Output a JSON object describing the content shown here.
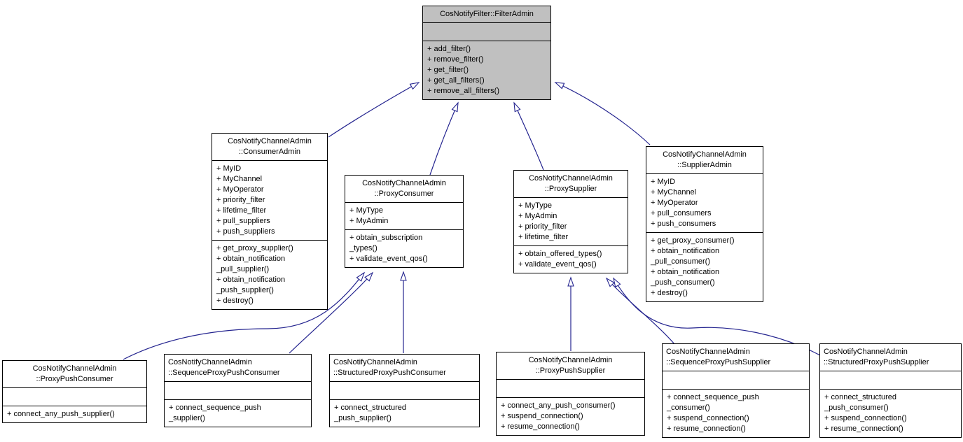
{
  "diagram": {
    "type": "uml-class-inheritance-diagram",
    "colors": {
      "edge": "#24248f",
      "box_border": "#000000",
      "box_fill": "#ffffff",
      "root_box_fill": "#c0c0c0",
      "background": "#ffffff"
    },
    "classes": {
      "filter_admin": {
        "title": [
          "CosNotifyFilter::FilterAdmin"
        ],
        "attributes": [],
        "methods": [
          "+ add_filter()",
          "+ remove_filter()",
          "+ get_filter()",
          "+ get_all_filters()",
          "+ remove_all_filters()"
        ]
      },
      "consumer_admin": {
        "title": [
          "CosNotifyChannelAdmin",
          "::ConsumerAdmin"
        ],
        "attributes": [
          "+ MyID",
          "+ MyChannel",
          "+ MyOperator",
          "+ priority_filter",
          "+ lifetime_filter",
          "+ pull_suppliers",
          "+ push_suppliers"
        ],
        "methods": [
          "+ get_proxy_supplier()",
          "+ obtain_notification",
          "_pull_supplier()",
          "+ obtain_notification",
          "_push_supplier()",
          "+ destroy()"
        ]
      },
      "proxy_consumer": {
        "title": [
          "CosNotifyChannelAdmin",
          "::ProxyConsumer"
        ],
        "attributes": [
          "+ MyType",
          "+ MyAdmin"
        ],
        "methods": [
          "+ obtain_subscription",
          "_types()",
          "+ validate_event_qos()"
        ]
      },
      "proxy_supplier": {
        "title": [
          "CosNotifyChannelAdmin",
          "::ProxySupplier"
        ],
        "attributes": [
          "+ MyType",
          "+ MyAdmin",
          "+ priority_filter",
          "+ lifetime_filter"
        ],
        "methods": [
          "+ obtain_offered_types()",
          "+ validate_event_qos()"
        ]
      },
      "supplier_admin": {
        "title": [
          "CosNotifyChannelAdmin",
          "::SupplierAdmin"
        ],
        "attributes": [
          "+ MyID",
          "+ MyChannel",
          "+ MyOperator",
          "+ pull_consumers",
          "+ push_consumers"
        ],
        "methods": [
          "+ get_proxy_consumer()",
          "+ obtain_notification",
          "_pull_consumer()",
          "+ obtain_notification",
          "_push_consumer()",
          "+ destroy()"
        ]
      },
      "proxy_push_consumer": {
        "title": [
          "CosNotifyChannelAdmin",
          "::ProxyPushConsumer"
        ],
        "attributes": [],
        "methods": [
          "+ connect_any_push_supplier()"
        ]
      },
      "sequence_proxy_push_consumer": {
        "title": [
          "CosNotifyChannelAdmin",
          "::SequenceProxyPushConsumer"
        ],
        "attributes": [],
        "methods": [
          "+ connect_sequence_push",
          "_supplier()"
        ]
      },
      "structured_proxy_push_consumer": {
        "title": [
          "CosNotifyChannelAdmin",
          "::StructuredProxyPushConsumer"
        ],
        "attributes": [],
        "methods": [
          "+ connect_structured",
          "_push_supplier()"
        ]
      },
      "proxy_push_supplier": {
        "title": [
          "CosNotifyChannelAdmin",
          "::ProxyPushSupplier"
        ],
        "attributes": [],
        "methods": [
          "+ connect_any_push_consumer()",
          "+ suspend_connection()",
          "+ resume_connection()"
        ]
      },
      "sequence_proxy_push_supplier": {
        "title": [
          "CosNotifyChannelAdmin",
          "::SequenceProxyPushSupplier"
        ],
        "attributes": [],
        "methods": [
          "+ connect_sequence_push",
          "_consumer()",
          "+ suspend_connection()",
          "+ resume_connection()"
        ]
      },
      "structured_proxy_push_supplier": {
        "title": [
          "CosNotifyChannelAdmin",
          "::StructuredProxyPushSupplier"
        ],
        "attributes": [],
        "methods": [
          "+ connect_structured",
          "_push_consumer()",
          "+ suspend_connection()",
          "+ resume_connection()"
        ]
      }
    },
    "inheritance": [
      {
        "child": "consumer_admin",
        "parent": "filter_admin"
      },
      {
        "child": "proxy_consumer",
        "parent": "filter_admin"
      },
      {
        "child": "proxy_supplier",
        "parent": "filter_admin"
      },
      {
        "child": "supplier_admin",
        "parent": "filter_admin"
      },
      {
        "child": "proxy_push_consumer",
        "parent": "proxy_consumer"
      },
      {
        "child": "sequence_proxy_push_consumer",
        "parent": "proxy_consumer"
      },
      {
        "child": "structured_proxy_push_consumer",
        "parent": "proxy_consumer"
      },
      {
        "child": "proxy_push_supplier",
        "parent": "proxy_supplier"
      },
      {
        "child": "sequence_proxy_push_supplier",
        "parent": "proxy_supplier"
      },
      {
        "child": "structured_proxy_push_supplier",
        "parent": "proxy_supplier"
      }
    ]
  }
}
